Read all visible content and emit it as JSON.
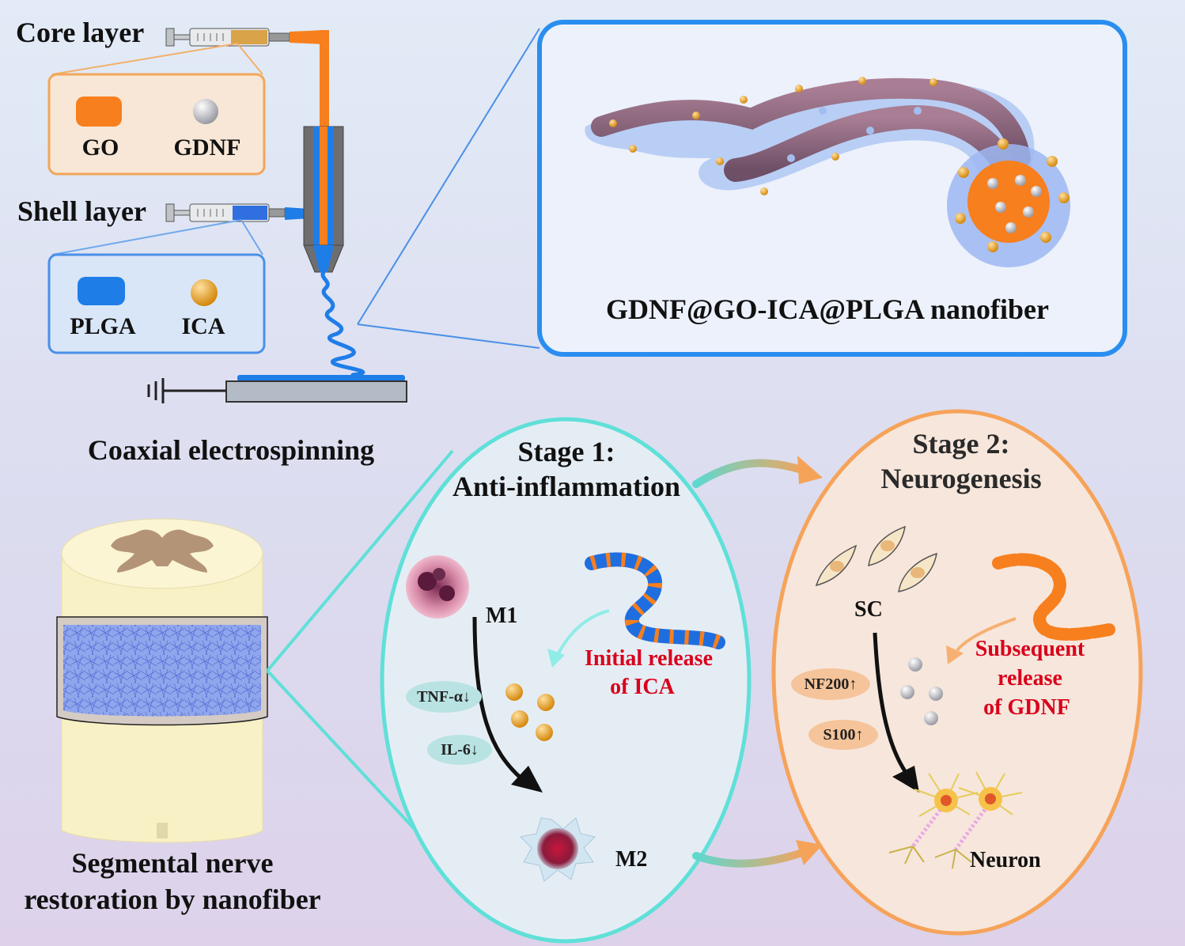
{
  "labels": {
    "core_layer": "Core layer",
    "shell_layer": "Shell layer",
    "go": "GO",
    "gdnf": "GDNF",
    "plga": "PLGA",
    "ica": "ICA",
    "nanofiber_title": "GDNF@GO-ICA@PLGA nanofiber",
    "coaxial": "Coaxial electrospinning",
    "stage1_line1": "Stage 1:",
    "stage1_line2": "Anti-inflammation",
    "stage2_line1": "Stage 2:",
    "stage2_line2": "Neurogenesis",
    "m1": "M1",
    "m2": "M2",
    "initial_release_1": "Initial release",
    "initial_release_2": "of ICA",
    "tnf": "TNF-α↓",
    "il6": "IL-6↓",
    "sc": "SC",
    "subsequent_1": "Subsequent",
    "subsequent_2": "release",
    "subsequent_3": "of GDNF",
    "nf200": "NF200↑",
    "s100": "S100↑",
    "neuron": "Neuron",
    "segmental_1": "Segmental nerve",
    "segmental_2": "restoration by nanofiber"
  },
  "colors": {
    "go_orange": "#f77f1e",
    "plga_blue": "#1f7de8",
    "teal": "#4fe0dc",
    "peach": "#f6a35a",
    "red_text": "#d9001b"
  }
}
